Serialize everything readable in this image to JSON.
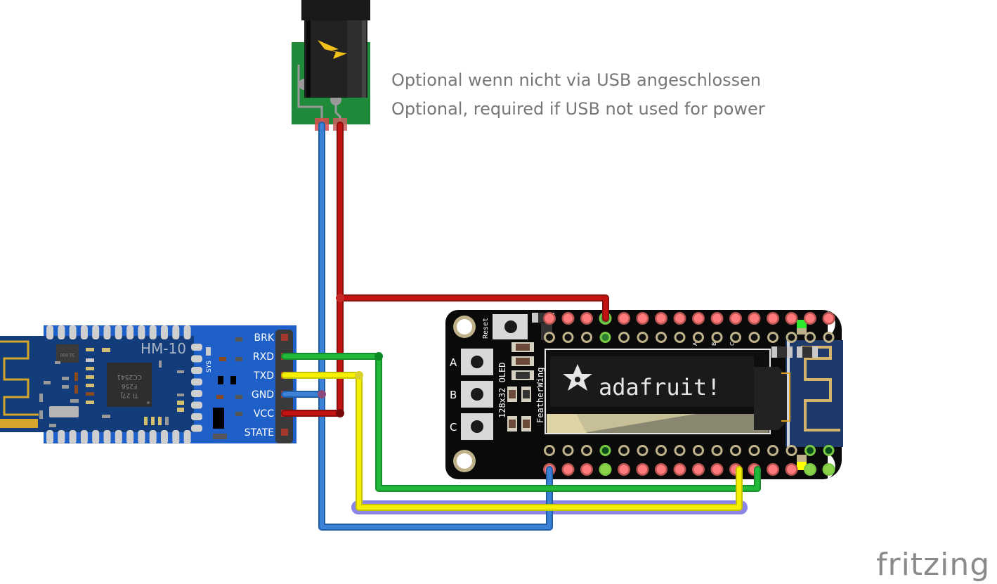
{
  "canvas": {
    "background": "#ffffff"
  },
  "notes": {
    "line1": "Optional wenn nicht via USB angeschlossen",
    "line2": "Optional, required if USB not used for power"
  },
  "branding": {
    "logo": "fritzing"
  },
  "power_jack": {
    "name": "DC barrel jack",
    "icon": "lightning-bolt-icon"
  },
  "hm10": {
    "title": "HM-10",
    "chip_lines": [
      "CC2541",
      "F256",
      "TI 27J"
    ],
    "crystal_label": "32.000",
    "sys_label": "SYS",
    "pins": [
      "BRK",
      "RXD",
      "TXD",
      "GND",
      "VCC",
      "STATE"
    ]
  },
  "feather": {
    "reset_label": "Reset",
    "buttons": [
      "A",
      "B",
      "C"
    ],
    "oled_label": "128x32 OLED",
    "wing_label": "FeatherWing",
    "display_text": "adafruit!",
    "header_labels": [
      "A",
      "B",
      "C"
    ]
  },
  "wires": [
    {
      "name": "rxd-wire",
      "color": "#22b83a",
      "from": "HM-10 RXD",
      "to": "Feather bottom pin"
    },
    {
      "name": "txd-wire",
      "color": "#f4f000",
      "from": "HM-10 TXD",
      "to": "Feather bottom pin"
    },
    {
      "name": "gnd-wire",
      "color": "#3b82d6",
      "from": "HM-10 GND",
      "to": "Feather GND / DC jack"
    },
    {
      "name": "vcc-wire",
      "color": "#c21212",
      "from": "HM-10 VCC",
      "to": "Feather top pin / DC jack"
    }
  ]
}
